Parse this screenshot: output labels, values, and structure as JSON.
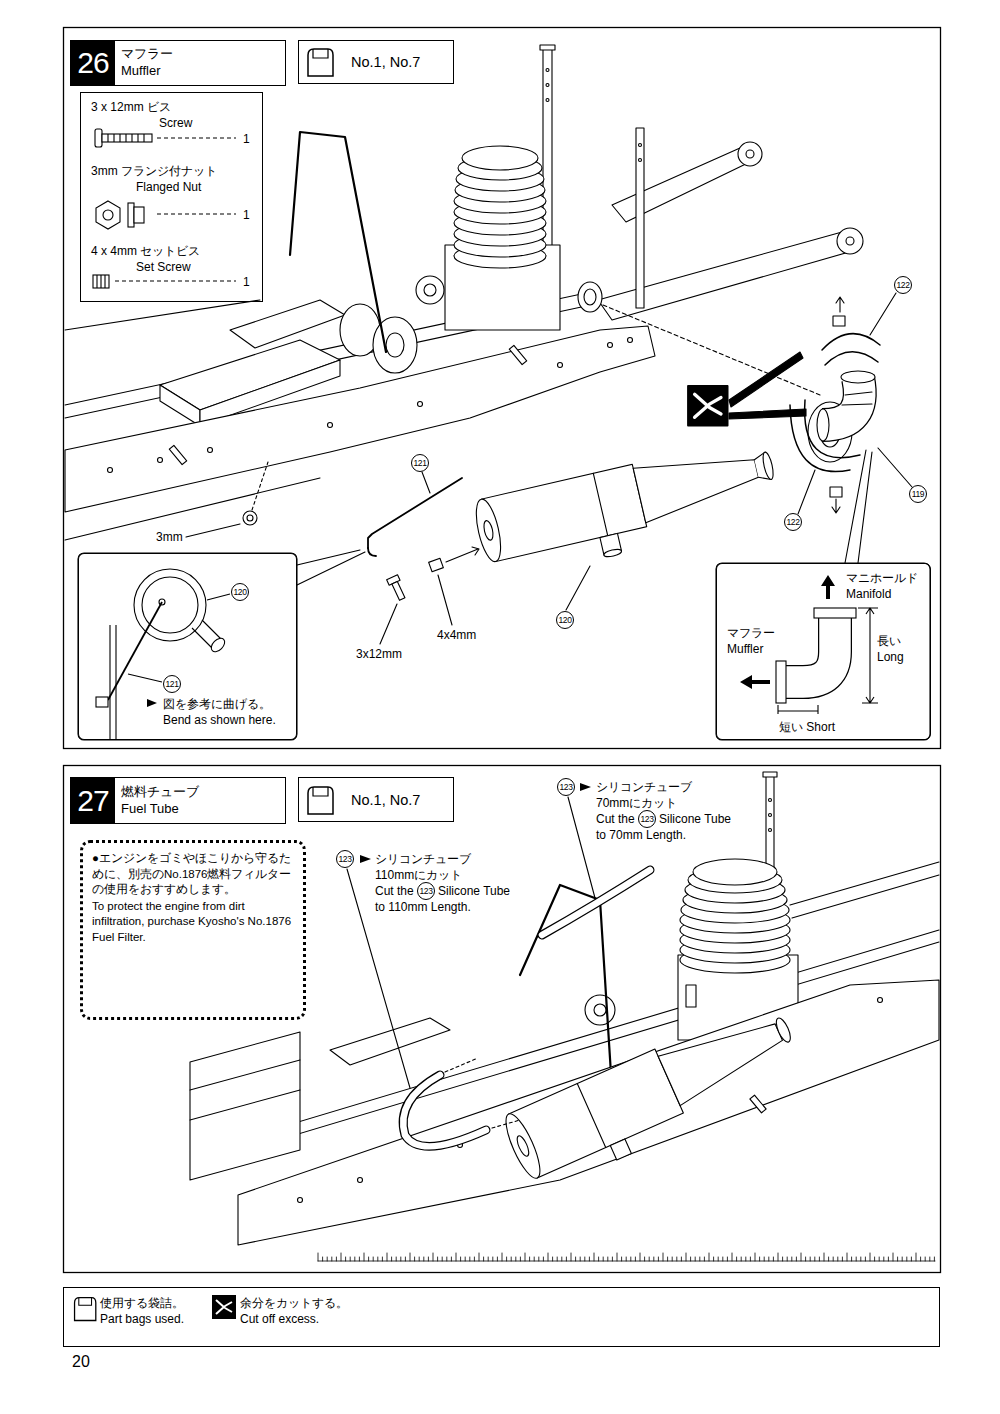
{
  "diagram": {
    "nodes": [
      {
        "text": [
          "26",
          "マフラー Muffler"
        ]
      },
      {
        "text": [
          "No.1, No.7"
        ]
      },
      {
        "text": [
          "3 x 12mm ビス",
          "Screw",
          "1",
          "3mm フランジ付ナット",
          "Flanged Nut",
          "1",
          "4 x 4mm セットビス",
          "Set Screw",
          "1"
        ]
      },
      {
        "text": [
          "120",
          "121",
          "図を参考に曲げる。 Bend as shown here."
        ]
      },
      {
        "text": [
          "マニホールド Manifold",
          "マフラー Muffler",
          "長い Long",
          "短い Short"
        ]
      },
      {
        "text": [
          "27",
          "燃料チューブ Fuel Tube"
        ]
      },
      {
        "text": [
          "No.1, No.7"
        ]
      },
      {
        "text": [
          "●エンジンをゴミやほこりから守るために、別売のNo.1876燃料フィルターの使用をおすすめします。",
          "To protect the engine from dirt infiltration, purchase Kyosho's No.1876 Fuel Filter."
        ]
      },
      {
        "text": [
          "使用する袋詰。 Part bags used.",
          "余分をカットする。 Cut off excess."
        ]
      }
    ],
    "labels": [
      "122",
      "121",
      "119",
      "122",
      "3mm",
      "120",
      "4x4mm",
      "3x12mm",
      "123",
      "シリコンチューブ 70mmにカット",
      "Cut the",
      "123",
      "Silicone Tube",
      "to 70mm Length.",
      "123",
      "シリコンチューブ 110mmにカット",
      "Cut the",
      "123",
      "Silicone Tube",
      "to 110mm Length.",
      "20"
    ]
  }
}
